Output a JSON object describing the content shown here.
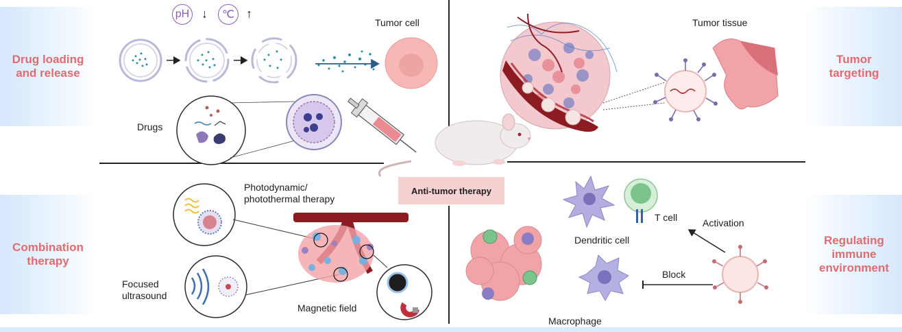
{
  "center": {
    "title": "Anti-tumor therapy"
  },
  "sections": {
    "drug_loading": "Drug loading\nand release",
    "tumor_targeting": "Tumor\ntargeting",
    "combination": "Combination\ntherapy",
    "immune": "Regulating\nimmune\nenvironment"
  },
  "labels": {
    "ph": "pH",
    "celsius": "℃",
    "down_arrow": "↓",
    "up_arrow": "↑",
    "tumor_cell": "Tumor cell",
    "drugs": "Drugs",
    "tumor_tissue": "Tumor tissue",
    "photo": "Photodynamic/\nphotothermal therapy",
    "focused": "Focused\nultrasound",
    "magnetic": "Magnetic field",
    "t_cell": "T cell",
    "activation": "Activation",
    "dendritic": "Dendritic cell",
    "block": "Block",
    "macrophage": "Macrophage"
  },
  "colors": {
    "section_text": "#e06b70",
    "panel_gradient": "#d5e8fb",
    "center_box": "#f6d1d1",
    "tumor_pink": "#f2a9a8",
    "vessel": "#8c1c22",
    "dendritic": "#a99ad6",
    "t_cell": "#7cc48d"
  }
}
